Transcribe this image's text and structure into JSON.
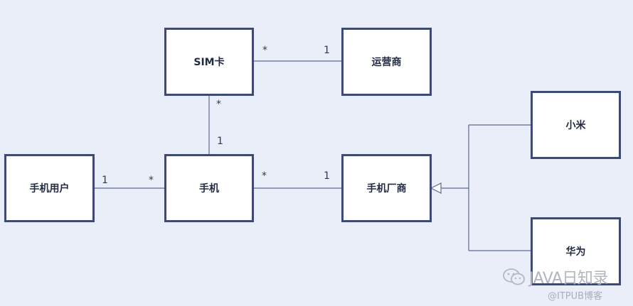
{
  "diagram": {
    "title": "UML class diagram: phone, SIM card, carrier, manufacturer",
    "boxes": {
      "sim": "SIM卡",
      "carrier": "运营商",
      "xiaomi": "小米",
      "user": "手机用户",
      "phone": "手机",
      "manufacturer": "手机厂商",
      "huawei": "华为"
    },
    "multiplicities": {
      "sim_to_carrier_near_sim": "*",
      "sim_to_carrier_near_carrier": "1",
      "sim_to_phone_near_sim": "*",
      "sim_to_phone_near_phone": "1",
      "user_to_phone_near_user": "1",
      "user_to_phone_near_phone": "*",
      "phone_to_manufacturer_near_phone": "*",
      "phone_to_manufacturer_near_manufacturer": "1"
    },
    "colors": {
      "box_border": "#3b4a7e",
      "line": "#5a6b9a",
      "background": "#eaeef8"
    }
  },
  "watermark": {
    "title": "JAVA日知录",
    "sub": "@ITPUB博客",
    "icon": "wechat-icon"
  }
}
